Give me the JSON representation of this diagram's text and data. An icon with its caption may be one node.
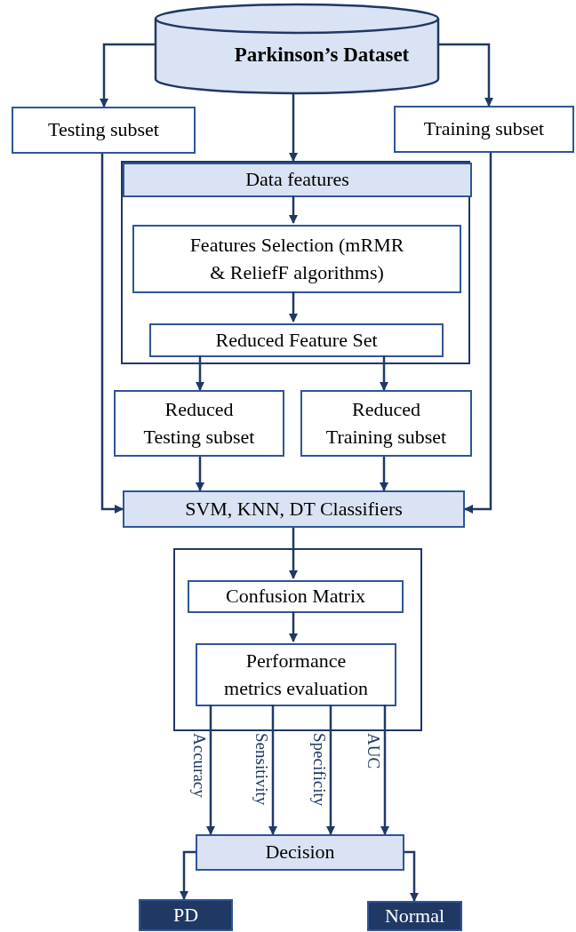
{
  "diagram": {
    "nodes": [
      {
        "text": [
          "Parkinson’s Dataset"
        ]
      },
      {
        "text": [
          "Testing subset"
        ]
      },
      {
        "text": [
          "Training subset"
        ]
      },
      {
        "text": [],
        "shape": "box"
      },
      {
        "text": [
          "Data features"
        ],
        "in": 3
      },
      {
        "text": [
          "Features Selection (mRMR & ReliefF algorithms)"
        ],
        "in": 3
      },
      {
        "text": [
          "Reduced Feature Set"
        ],
        "in": 3
      },
      {
        "text": [
          "Reduced Testing subset"
        ]
      },
      {
        "text": [
          "Reduced Training subset"
        ]
      },
      {
        "text": [
          "SVM, KNN, DT Classifiers"
        ]
      },
      {
        "text": [],
        "shape": "box"
      },
      {
        "text": [
          "Confusion Matrix"
        ],
        "in": 10
      },
      {
        "text": [
          "Performance metrics evaluation"
        ],
        "in": 10
      },
      {
        "text": [
          "Decision"
        ]
      },
      {
        "text": [
          "PD"
        ]
      },
      {
        "text": [
          "Normal"
        ]
      }
    ],
    "edges": [
      {
        "from": 0,
        "to": 1,
        "arrow": "to"
      },
      {
        "from": 0,
        "to": 2,
        "arrow": "to"
      },
      {
        "from": 0,
        "to": 4,
        "arrow": "to"
      },
      {
        "from": 4,
        "to": 5,
        "arrow": "to"
      },
      {
        "from": 5,
        "to": 6,
        "arrow": "to"
      },
      {
        "from": 6,
        "to": 7,
        "arrow": "to"
      },
      {
        "from": 6,
        "to": 8,
        "arrow": "to"
      },
      {
        "from": 1,
        "to": 9,
        "arrow": "to"
      },
      {
        "from": 7,
        "to": 9,
        "arrow": "to"
      },
      {
        "from": 8,
        "to": 9,
        "arrow": "to"
      },
      {
        "from": 2,
        "to": 9,
        "arrow": "to"
      },
      {
        "from": 9,
        "to": 11,
        "arrow": "to"
      },
      {
        "from": 11,
        "to": 12,
        "arrow": "to"
      },
      {
        "from": 12,
        "to": 13,
        "arrow": "to",
        "label": "Accuracy"
      },
      {
        "from": 12,
        "to": 13,
        "arrow": "to",
        "label": "Sensitivity"
      },
      {
        "from": 12,
        "to": 13,
        "arrow": "to",
        "label": "Specificity"
      },
      {
        "from": 12,
        "to": 13,
        "arrow": "to",
        "label": "AUC"
      },
      {
        "from": 13,
        "to": 14,
        "arrow": "to"
      },
      {
        "from": 13,
        "to": 15,
        "arrow": "to"
      }
    ]
  }
}
